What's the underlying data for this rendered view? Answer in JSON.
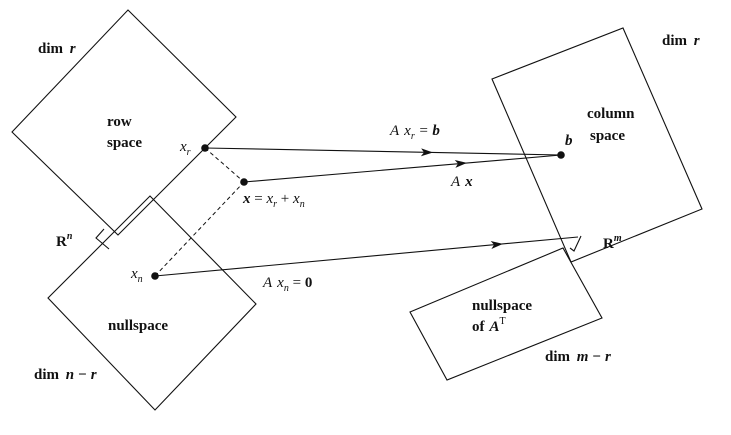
{
  "diagram": {
    "left": {
      "dim_top": {
        "word": "dim",
        "var": "r"
      },
      "row_space": {
        "line1": "row",
        "line2": "space"
      },
      "nullspace": "nullspace",
      "space_label": {
        "base": "R",
        "sup": "n"
      },
      "dim_bottom": {
        "word": "dim",
        "expr": "n − r"
      }
    },
    "right": {
      "dim_top": {
        "word": "dim",
        "var": "r"
      },
      "column_space": {
        "line1": "column",
        "line2": "space"
      },
      "nullspace_AT": {
        "line1": "nullspace",
        "line2_prefix": "of",
        "line2_var": "A",
        "line2_sup": "T"
      },
      "space_label": {
        "base": "R",
        "sup": "m"
      },
      "dim_bottom": {
        "word": "dim",
        "expr": "m − r"
      }
    },
    "points": {
      "xr": {
        "base": "x",
        "sub": "r"
      },
      "xn": {
        "base": "x",
        "sub": "n"
      },
      "x_sum": {
        "lhs": "x",
        "eq": " = ",
        "t1": "x",
        "s1": "r",
        "plus": " + ",
        "t2": "x",
        "s2": "n"
      },
      "b": "b"
    },
    "arrows": {
      "Axr_eq_b": {
        "A": "A",
        "x": "x",
        "sub": "r",
        "eq": " = ",
        "rhs": "b"
      },
      "Ax": {
        "A": "A",
        "x": "x"
      },
      "Axn_eq_0": {
        "A": "A",
        "x": "x",
        "sub": "n",
        "eq": " = ",
        "rhs": "0"
      }
    }
  }
}
